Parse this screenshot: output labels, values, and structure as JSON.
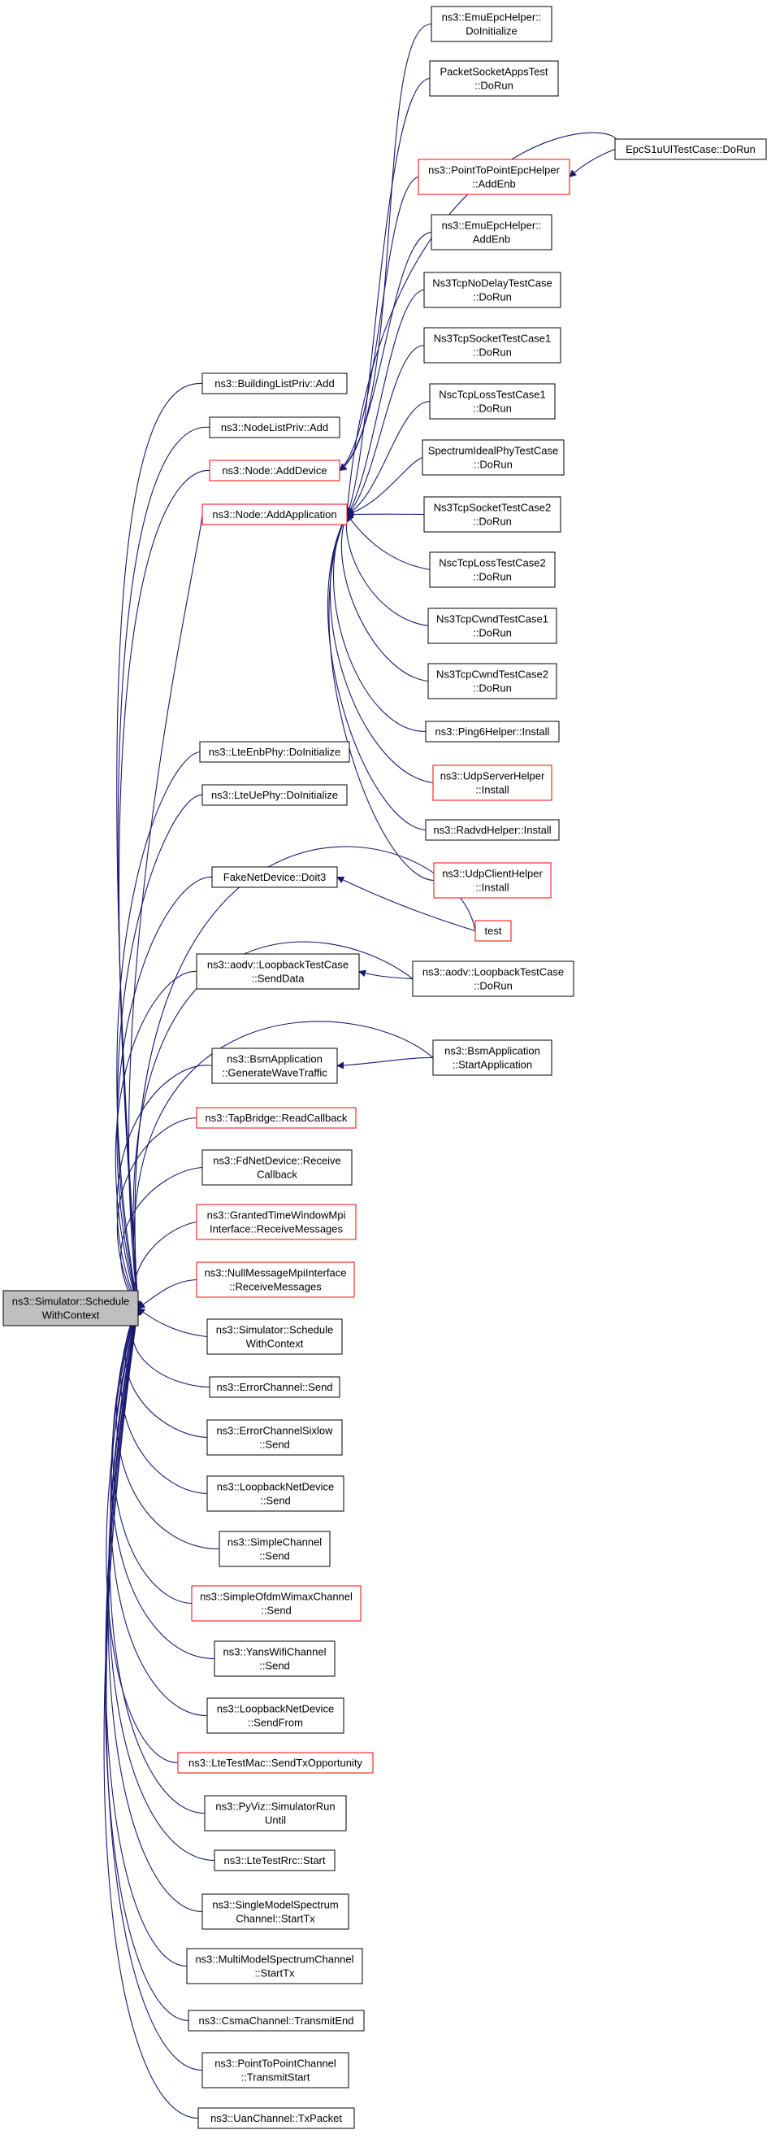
{
  "colors": {
    "edge": "#191970",
    "node_border": "#000000",
    "node_border_red": "#ff0000",
    "root_fill": "#bfbfbf",
    "node_fill": "#ffffff"
  },
  "nodes": [
    {
      "id": "root",
      "lines": [
        "ns3::Simulator::Schedule",
        "WithContext"
      ],
      "style": "root"
    },
    {
      "id": "buildinglist_add",
      "lines": [
        "ns3::BuildingListPriv::Add"
      ],
      "style": "black"
    },
    {
      "id": "nodelist_add",
      "lines": [
        "ns3::NodeListPriv::Add"
      ],
      "style": "black"
    },
    {
      "id": "node_adddevice",
      "lines": [
        "ns3::Node::AddDevice"
      ],
      "style": "red"
    },
    {
      "id": "node_addapplication",
      "lines": [
        "ns3::Node::AddApplication"
      ],
      "style": "red"
    },
    {
      "id": "lteenbphy_doinit",
      "lines": [
        "ns3::LteEnbPhy::DoInitialize"
      ],
      "style": "black"
    },
    {
      "id": "lteuephy_doinit",
      "lines": [
        "ns3::LteUePhy::DoInitialize"
      ],
      "style": "black"
    },
    {
      "id": "fakenetdevice_doit3",
      "lines": [
        "FakeNetDevice::Doit3"
      ],
      "style": "black"
    },
    {
      "id": "aodv_senddata",
      "lines": [
        "ns3::aodv::LoopbackTestCase",
        "::SendData"
      ],
      "style": "black"
    },
    {
      "id": "bsm_generatewave",
      "lines": [
        "ns3::BsmApplication",
        "::GenerateWaveTraffic"
      ],
      "style": "black"
    },
    {
      "id": "tapbridge_readcallback",
      "lines": [
        "ns3::TapBridge::ReadCallback"
      ],
      "style": "red"
    },
    {
      "id": "fdnetdevice_receivecallback",
      "lines": [
        "ns3::FdNetDevice::Receive",
        "Callback"
      ],
      "style": "black"
    },
    {
      "id": "grantedtime_receive",
      "lines": [
        "ns3::GrantedTimeWindowMpi",
        "Interface::ReceiveMessages"
      ],
      "style": "red"
    },
    {
      "id": "nullmessage_receive",
      "lines": [
        "ns3::NullMessageMpiInterface",
        "::ReceiveMessages"
      ],
      "style": "red"
    },
    {
      "id": "simulator_schedulewithcontext",
      "lines": [
        "ns3::Simulator::Schedule",
        "WithContext"
      ],
      "style": "black"
    },
    {
      "id": "errorchannel_send",
      "lines": [
        "ns3::ErrorChannel::Send"
      ],
      "style": "black"
    },
    {
      "id": "errorchannelsixlow_send",
      "lines": [
        "ns3::ErrorChannelSixlow",
        "::Send"
      ],
      "style": "black"
    },
    {
      "id": "loopbacknetdevice_send",
      "lines": [
        "ns3::LoopbackNetDevice",
        "::Send"
      ],
      "style": "black"
    },
    {
      "id": "simplechannel_send",
      "lines": [
        "ns3::SimpleChannel",
        "::Send"
      ],
      "style": "black"
    },
    {
      "id": "simpleofdmwimax_send",
      "lines": [
        "ns3::SimpleOfdmWimaxChannel",
        "::Send"
      ],
      "style": "red"
    },
    {
      "id": "yanswifi_send",
      "lines": [
        "ns3::YansWifiChannel",
        "::Send"
      ],
      "style": "black"
    },
    {
      "id": "loopbacknetdevice_sendfrom",
      "lines": [
        "ns3::LoopbackNetDevice",
        "::SendFrom"
      ],
      "style": "black"
    },
    {
      "id": "ltetestmac_sendtx",
      "lines": [
        "ns3::LteTestMac::SendTxOpportunity"
      ],
      "style": "red"
    },
    {
      "id": "pyviz_simulatorrununtil",
      "lines": [
        "ns3::PyViz::SimulatorRun",
        "Until"
      ],
      "style": "black"
    },
    {
      "id": "ltetestrrc_start",
      "lines": [
        "ns3::LteTestRrc::Start"
      ],
      "style": "black"
    },
    {
      "id": "singlemodel_starttx",
      "lines": [
        "ns3::SingleModelSpectrum",
        "Channel::StartTx"
      ],
      "style": "black"
    },
    {
      "id": "multimodel_starttx",
      "lines": [
        "ns3::MultiModelSpectrumChannel",
        "::StartTx"
      ],
      "style": "black"
    },
    {
      "id": "csmachannel_transmitend",
      "lines": [
        "ns3::CsmaChannel::TransmitEnd"
      ],
      "style": "black"
    },
    {
      "id": "p2pchannel_transmitstart",
      "lines": [
        "ns3::PointToPointChannel",
        "::TransmitStart"
      ],
      "style": "black"
    },
    {
      "id": "uanchannel_txpacket",
      "lines": [
        "ns3::UanChannel::TxPacket"
      ],
      "style": "black"
    },
    {
      "id": "emuepc_doinit",
      "lines": [
        "ns3::EmuEpcHelper::",
        "DoInitialize"
      ],
      "style": "black"
    },
    {
      "id": "packetsocketapps_dorun",
      "lines": [
        "PacketSocketAppsTest",
        "::DoRun"
      ],
      "style": "black"
    },
    {
      "id": "p2pepc_addenb",
      "lines": [
        "ns3::PointToPointEpcHelper",
        "::AddEnb"
      ],
      "style": "red"
    },
    {
      "id": "epcs1u_dorun",
      "lines": [
        "EpcS1uUlTestCase::DoRun"
      ],
      "style": "black"
    },
    {
      "id": "emuepc_addenb",
      "lines": [
        "ns3::EmuEpcHelper::",
        "AddEnb"
      ],
      "style": "black"
    },
    {
      "id": "ns3tcpnodelay_dorun",
      "lines": [
        "Ns3TcpNoDelayTestCase",
        "::DoRun"
      ],
      "style": "black"
    },
    {
      "id": "ns3tcpsocket1_dorun",
      "lines": [
        "Ns3TcpSocketTestCase1",
        "::DoRun"
      ],
      "style": "black"
    },
    {
      "id": "nsctcploss1_dorun",
      "lines": [
        "NscTcpLossTestCase1",
        "::DoRun"
      ],
      "style": "black"
    },
    {
      "id": "spectrumideal_dorun",
      "lines": [
        "SpectrumIdealPhyTestCase",
        "::DoRun"
      ],
      "style": "black"
    },
    {
      "id": "ns3tcpsocket2_dorun",
      "lines": [
        "Ns3TcpSocketTestCase2",
        "::DoRun"
      ],
      "style": "black"
    },
    {
      "id": "nsctcploss2_dorun",
      "lines": [
        "NscTcpLossTestCase2",
        "::DoRun"
      ],
      "style": "black"
    },
    {
      "id": "ns3tcpcwnd1_dorun",
      "lines": [
        "Ns3TcpCwndTestCase1",
        "::DoRun"
      ],
      "style": "black"
    },
    {
      "id": "ns3tcpcwnd2_dorun",
      "lines": [
        "Ns3TcpCwndTestCase2",
        "::DoRun"
      ],
      "style": "black"
    },
    {
      "id": "ping6_install",
      "lines": [
        "ns3::Ping6Helper::Install"
      ],
      "style": "black"
    },
    {
      "id": "udpserver_install",
      "lines": [
        "ns3::UdpServerHelper",
        "::Install"
      ],
      "style": "red"
    },
    {
      "id": "radvd_install",
      "lines": [
        "ns3::RadvdHelper::Install"
      ],
      "style": "black"
    },
    {
      "id": "udpclient_install",
      "lines": [
        "ns3::UdpClientHelper",
        "::Install"
      ],
      "style": "red"
    },
    {
      "id": "test",
      "lines": [
        "test"
      ],
      "style": "red"
    },
    {
      "id": "aodv_dorun",
      "lines": [
        "ns3::aodv::LoopbackTestCase",
        "::DoRun"
      ],
      "style": "black"
    },
    {
      "id": "bsm_startapplication",
      "lines": [
        "ns3::BsmApplication",
        "::StartApplication"
      ],
      "style": "black"
    }
  ]
}
